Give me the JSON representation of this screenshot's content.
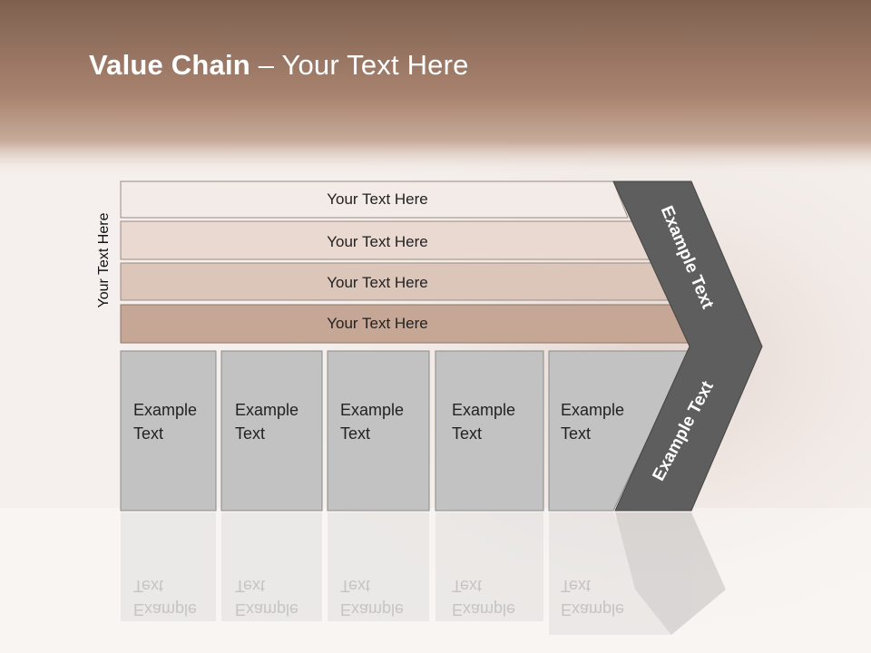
{
  "title": {
    "bold": "Value Chain",
    "rest": " – Your Text Here"
  },
  "side_label": "Your Text Here",
  "bars": [
    {
      "label": "Your Text Here",
      "color": "#f3ebe7"
    },
    {
      "label": "Your Text Here",
      "color": "#ead9d1"
    },
    {
      "label": "Your Text Here",
      "color": "#dcc6ba"
    },
    {
      "label": "Your Text Here",
      "color": "#c6a796"
    }
  ],
  "boxes": [
    {
      "label": "Example\nText"
    },
    {
      "label": "Example\nText"
    },
    {
      "label": "Example\nText"
    },
    {
      "label": "Example\nText"
    },
    {
      "label": "Example\nText"
    }
  ],
  "chevron": {
    "top_label": "Example Text",
    "bottom_label": "Example Text",
    "color": "#5e5e5e"
  },
  "colors": {
    "header": "#a58068",
    "box_fill": "#c2c2c2",
    "box_border": "#8a8a8a"
  }
}
